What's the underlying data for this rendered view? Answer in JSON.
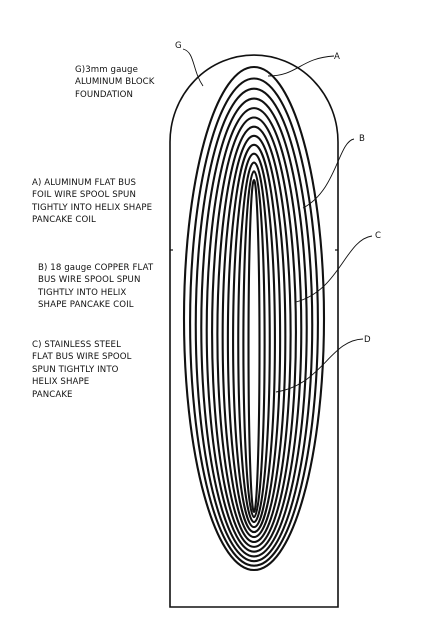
{
  "diagram": {
    "labels": {
      "G": {
        "letter": "G",
        "lines": [
          "G)3mm gauge",
          "ALUMINUM BLOCK",
          "FOUNDATION"
        ]
      },
      "A": {
        "letter": "A",
        "lines": [
          "A)  ALUMINUM FLAT BUS",
          "FOIL WIRE SPOOL SPUN",
          "TIGHTLY INTO HELIX SHAPE",
          "PANCAKE COIL"
        ]
      },
      "B": {
        "letter": "B",
        "lines": [
          "B) 18 gauge COPPER FLAT",
          "BUS WIRE SPOOL SPUN",
          "TIGHTLY INTO HELIX",
          "SHAPE PANCAKE COIL"
        ]
      },
      "C": {
        "letter": "C",
        "lines": [
          "C) STAINLESS STEEL",
          "FLAT BUS WIRE SPOOL",
          "SPUN TIGHTLY INTO",
          "HELIX SHAPE",
          "PANCAKE"
        ]
      },
      "D": {
        "letter": "D"
      }
    },
    "stroke_color": "#111111",
    "background_color": "#ffffff"
  }
}
